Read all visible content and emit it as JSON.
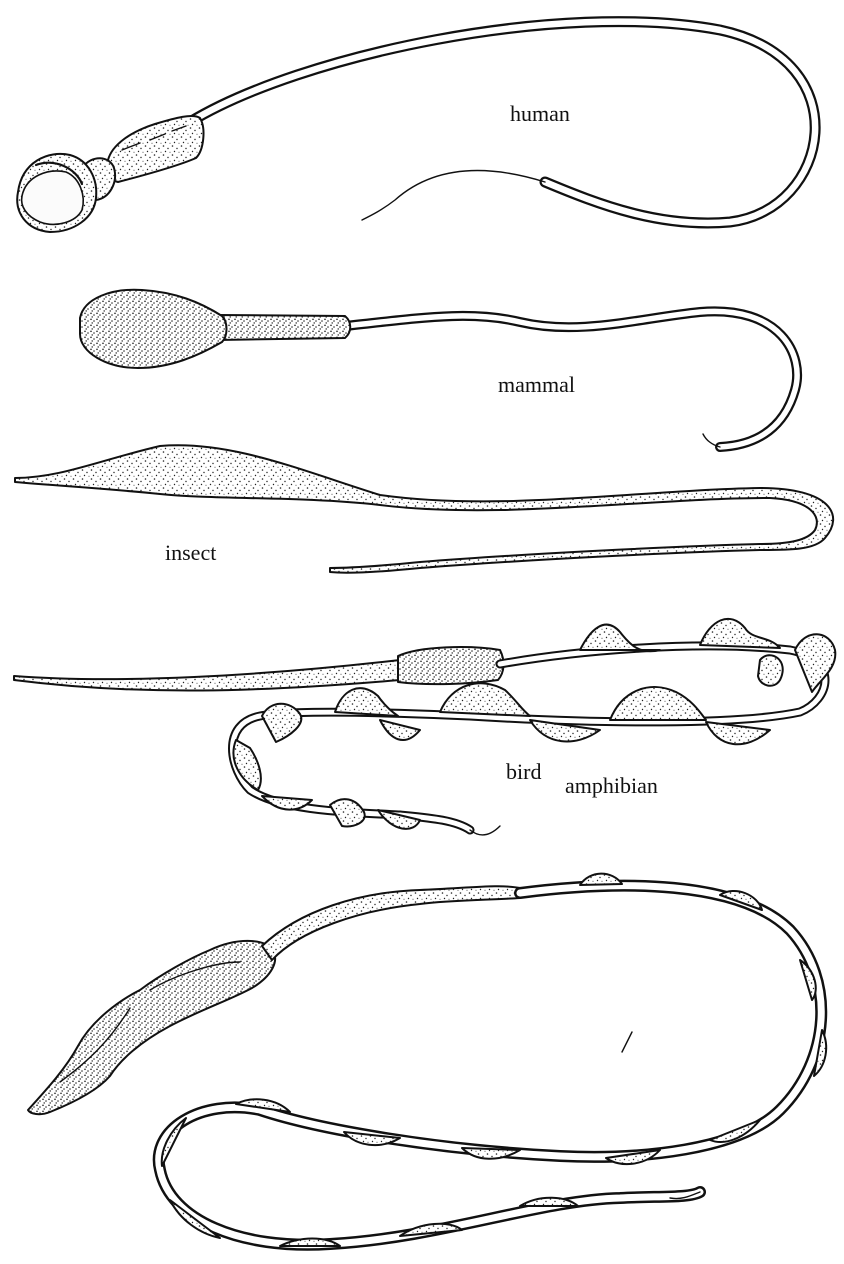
{
  "labels": {
    "human": "human",
    "mammal": "mammal",
    "insect": "insect",
    "amphibian": "amphibian",
    "bird": "bird"
  },
  "colors": {
    "ink": "#111111",
    "paper": "#ffffff"
  }
}
